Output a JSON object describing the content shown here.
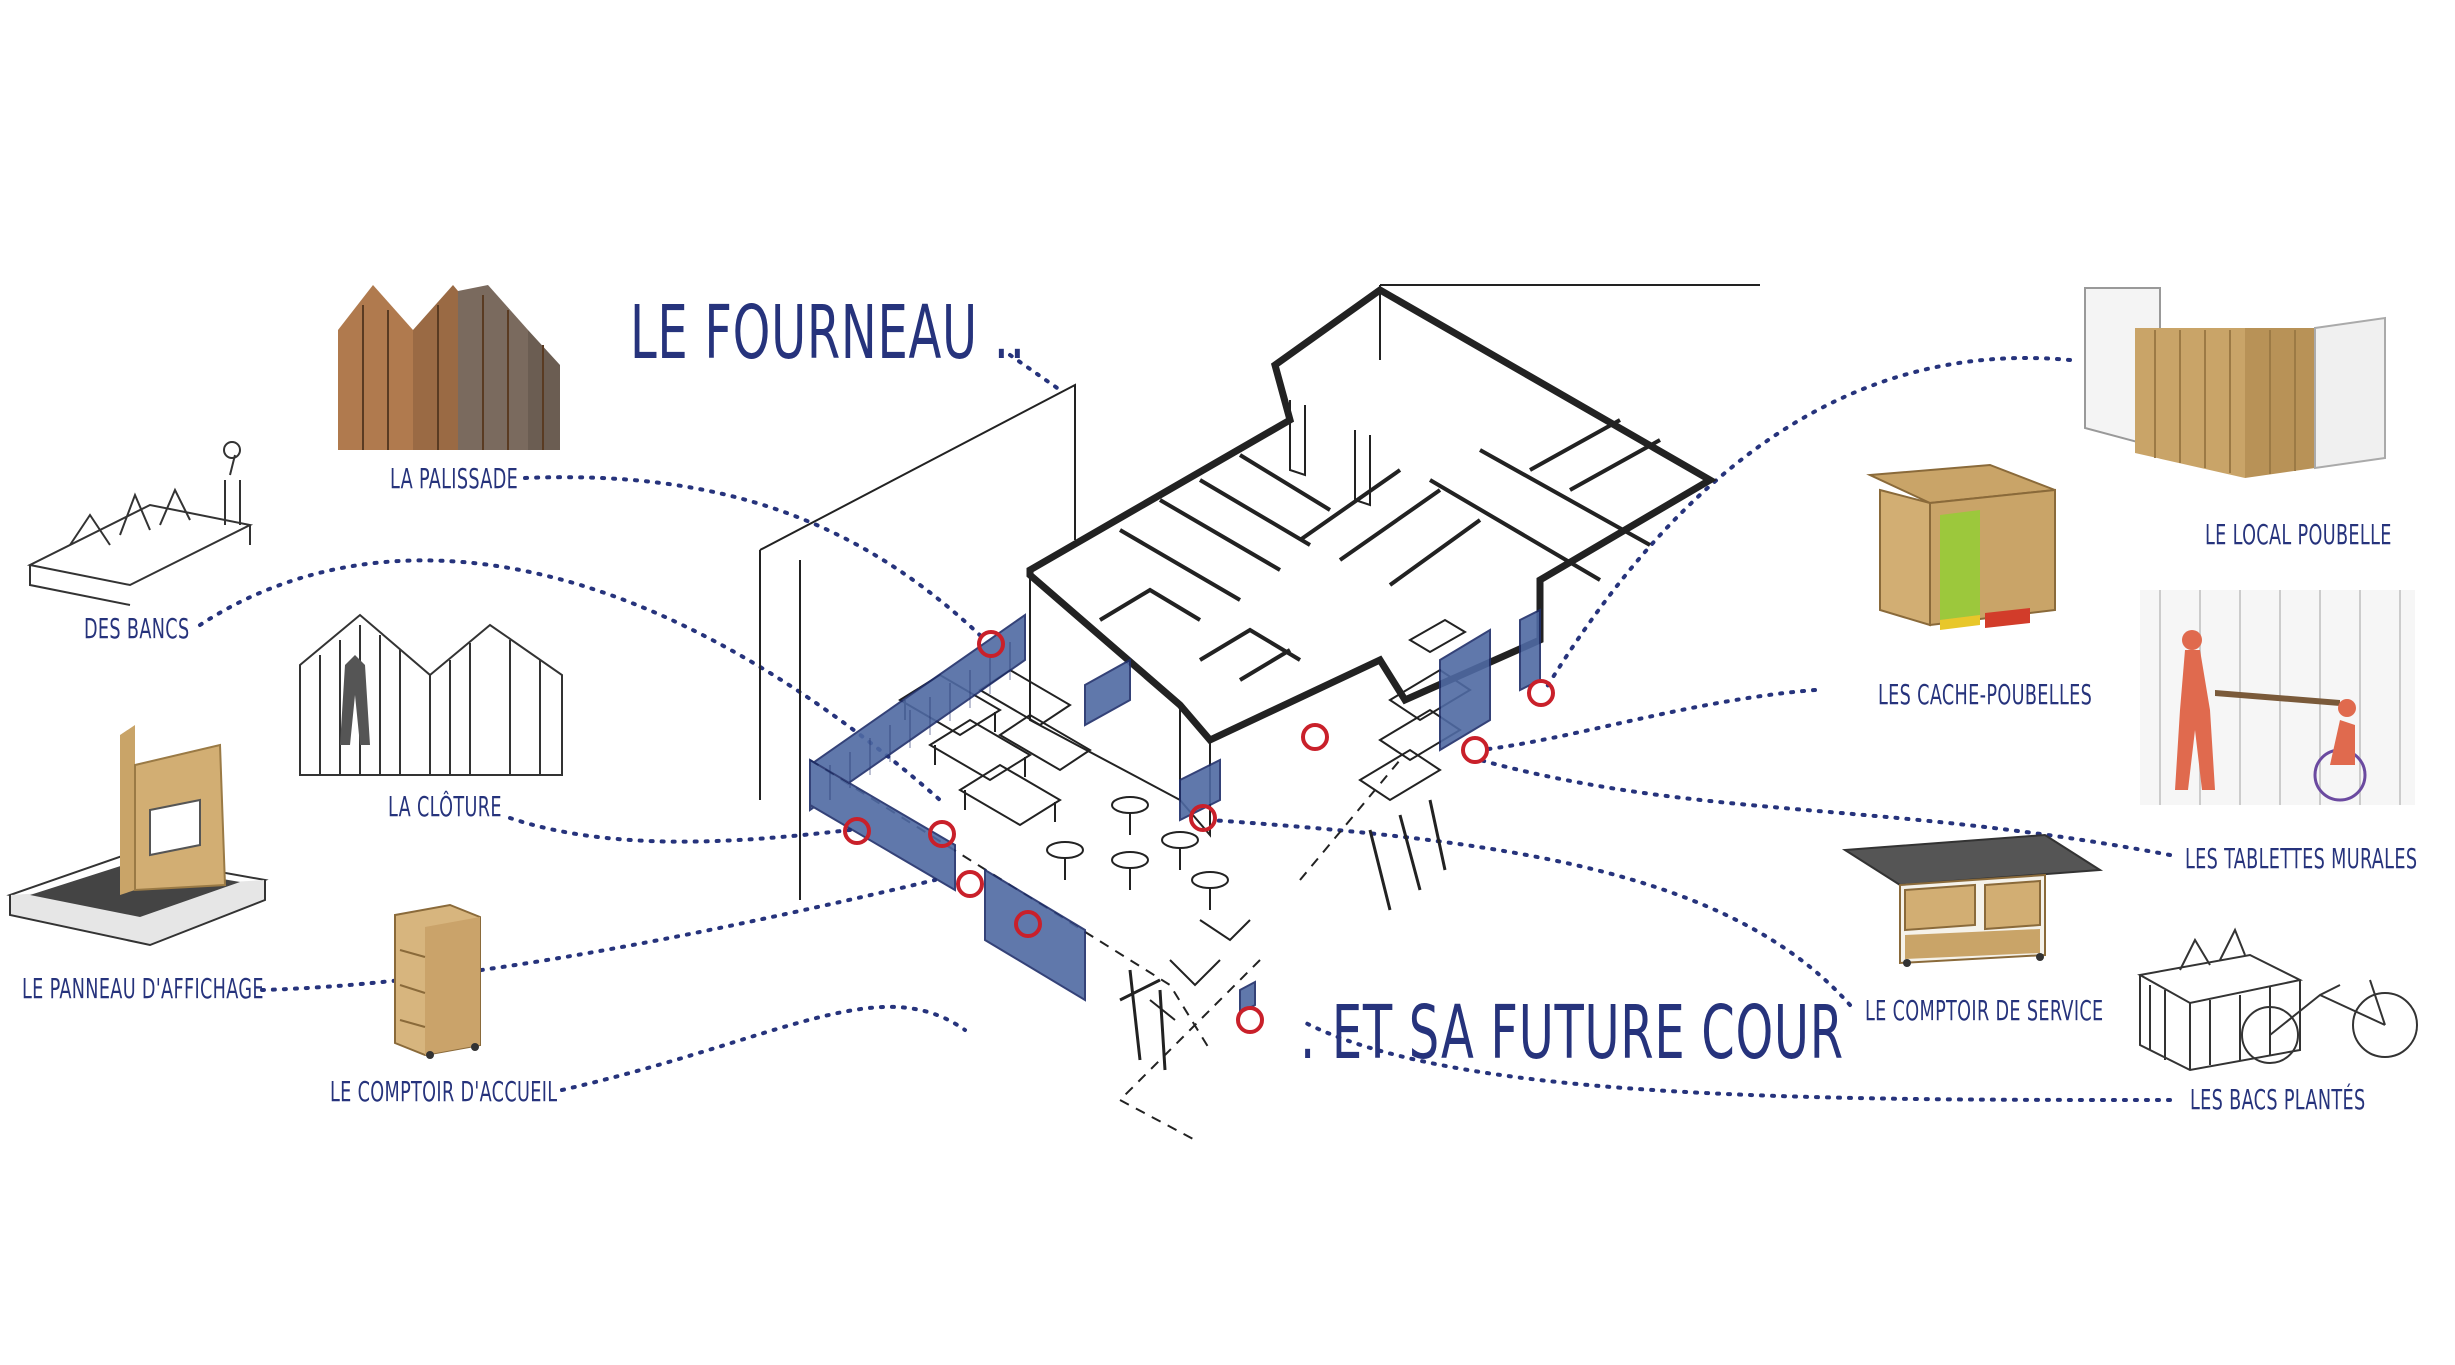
{
  "titles": {
    "main": "LE FOURNEAU ..",
    "sub": ". ET SA FUTURE COUR"
  },
  "labels": {
    "palissade": "LA PALISSADE",
    "bancs": "DES BANCS",
    "cloture": "LA CLÔTURE",
    "panneau": "LE PANNEAU D'AFFICHAGE",
    "comptoir_accueil": "LE COMPTOIR D'ACCUEIL",
    "local_poubelle": "LE LOCAL POUBELLE",
    "cache_poubelles": "LES CACHE-POUBELLES",
    "tablettes": "LES TABLETTES MURALES",
    "comptoir_service": "LE COMPTOIR DE SERVICE",
    "bacs": "LES BACS PLANTÉS"
  },
  "colors": {
    "ink": "#26337c",
    "marker": "#c9202a",
    "wood": "#c9a468",
    "wall": "#4f6aa3"
  }
}
